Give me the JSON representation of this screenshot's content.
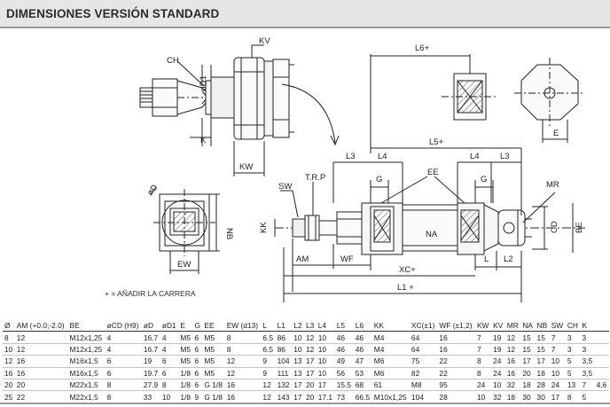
{
  "header": {
    "title": "DIMENSIONES VERSIÓN STANDARD"
  },
  "drawing": {
    "labels": {
      "ch": "CH",
      "od1": "øD1",
      "kv": "KV",
      "k": "K",
      "kw": "KW",
      "od": "øD",
      "nb": "NB",
      "ew": "EW",
      "l6": "L6+",
      "l5": "L5+",
      "e": "E",
      "l3_left": "L3",
      "l4_left": "L4",
      "l4_right": "L4",
      "l3_right": "L3",
      "ee": "EE",
      "g_left": "G",
      "g_right": "G",
      "sw": "SW",
      "trp": "T.R.P",
      "kk": "KK",
      "na": "NA",
      "mr": "MR",
      "cd": "CD",
      "be": "BE",
      "am": "AM",
      "wf": "WF",
      "l": "L",
      "l2": "L2",
      "xc": "XC+",
      "l1": "L1 +"
    },
    "note": "+ = AÑADIR LA CARRERA"
  },
  "table": {
    "headers": [
      "Ø",
      "AM (+0.0;-2.0)",
      "BE",
      "øCD (H9)",
      "øD",
      "øD1",
      "E",
      "G",
      "EE",
      "EW (d13)",
      "L",
      "L1",
      "L2",
      "L3",
      "L4",
      "L5",
      "L6",
      "KK",
      "XC(±1)",
      "WF (±1,2)",
      "KW",
      "KV",
      "MR",
      "NA",
      "NB",
      "SW",
      "CH",
      "K"
    ],
    "rows": [
      [
        "8",
        "12",
        "M12x1,25",
        "4",
        "16.7",
        "4",
        "M5",
        "6",
        "M5",
        "8",
        "6.5",
        "86",
        "10",
        "12",
        "10",
        "46",
        "46",
        "M4",
        "64",
        "16",
        "7",
        "19",
        "12",
        "15",
        "15",
        "7",
        "3",
        "3"
      ],
      [
        "10",
        "12",
        "M12x1,25",
        "4",
        "16.7",
        "4",
        "M5",
        "6",
        "M5",
        "8",
        "6.5",
        "86",
        "10",
        "12",
        "10",
        "46",
        "46",
        "M4",
        "64",
        "16",
        "7",
        "19",
        "12",
        "15",
        "15",
        "7",
        "3",
        "3"
      ],
      [
        "12",
        "16",
        "M16x1,5",
        "6",
        "19",
        "6",
        "M5",
        "6",
        "M5",
        "12",
        "9",
        "104",
        "13",
        "17",
        "10",
        "49",
        "47",
        "M6",
        "75",
        "22",
        "8",
        "24",
        "16",
        "17",
        "17",
        "10",
        "5",
        "3,5"
      ],
      [
        "16",
        "16",
        "M16x1,5",
        "6",
        "19.7",
        "6",
        "1/8",
        "6",
        "M5",
        "12",
        "9",
        "111",
        "13",
        "17",
        "10",
        "56",
        "53",
        "M6",
        "82",
        "22",
        "8",
        "24",
        "16",
        "20",
        "18",
        "10",
        "5",
        "3,5"
      ],
      [
        "20",
        "20",
        "M22x1,5",
        "8",
        "27.9",
        "8",
        "1/8",
        "6",
        "G 1/8",
        "16",
        "12",
        "132",
        "17",
        "20",
        "17",
        "15.5",
        "68",
        "61",
        "M8",
        "95",
        "24",
        "10",
        "32",
        "18",
        "28",
        "24",
        "13",
        "7",
        "4,6"
      ],
      [
        "25",
        "22",
        "M22x1,5",
        "8",
        "33",
        "10",
        "1/8",
        "9",
        "G 1/8",
        "16",
        "12",
        "143",
        "17",
        "20",
        "17.1",
        "73",
        "66.5",
        "M10x1,25",
        "104",
        "28",
        "10",
        "32",
        "18",
        "30",
        "30",
        "17",
        "8",
        "5"
      ]
    ]
  }
}
